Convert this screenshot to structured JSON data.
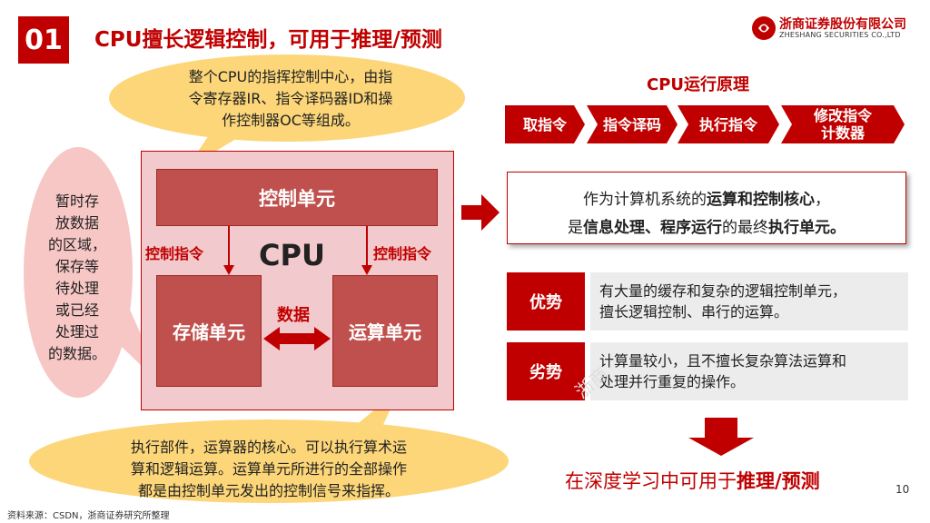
{
  "header": {
    "section_number": "01",
    "title": "CPU擅长逻辑控制，可用于推理/预测"
  },
  "logo": {
    "name_cn": "浙商证券股份有限公司",
    "name_en": "ZHESHANG SECURITIES CO.,LTD"
  },
  "bubbles": {
    "top": [
      "整个CPU的指挥控制中心，由指",
      "令寄存器IR、指令译码器ID和操",
      "作控制器OC等组成。"
    ],
    "left": [
      "暂时存",
      "放数据",
      "的区域，",
      "保存等",
      "待处理",
      "或已经",
      "处理过",
      "的数据。"
    ],
    "bottom": [
      "执行部件，运算器的核心。可以执行算术运",
      "算和逻辑运算。运算单元所进行的全部操作",
      "都是由控制单元发出的控制信号来指挥。"
    ]
  },
  "cpu_diagram": {
    "cpu_label": "CPU",
    "control_unit": "控制单元",
    "storage_unit": "存储单元",
    "alu_unit": "运算单元",
    "control_signal_left": "控制指令",
    "control_signal_right": "控制指令",
    "data_label": "数据"
  },
  "principle": {
    "title": "CPU运行原理",
    "steps": [
      "取指令",
      "指令译码",
      "执行指令",
      "修改指令计数器"
    ],
    "step4_lines": [
      "修改指令",
      "计数器"
    ]
  },
  "core": {
    "line1_pre": "作为计算机系统的",
    "line1_bold": "运算和控制核心",
    "line1_post": "，",
    "line2_pre": "是",
    "line2_bold1": "信息处理、程序运行",
    "line2_mid": "的最终",
    "line2_bold2": "执行单元。"
  },
  "advantage": {
    "label": "优势",
    "text": [
      "有大量的缓存和复杂的逻辑控制单元，",
      "擅长逻辑控制、串行的运算。"
    ]
  },
  "disadvantage": {
    "label": "劣势",
    "text": [
      "计算量较小，且不擅长复杂算法运算和",
      "处理并行重复的操作。"
    ]
  },
  "conclusion": {
    "pre": "在深度学习中可用于",
    "bold": "推理/预测"
  },
  "footer": {
    "source": "资料来源：CSDN，浙商证券研究所整理",
    "page_number": "10"
  },
  "watermark": "浙商",
  "colors": {
    "primary_red": "#c00000",
    "unit_red": "#c0504d",
    "cpu_bg": "#f2c9cc",
    "bubble_yellow": "#fcd678",
    "bubble_pink": "#f7c7c5",
    "desc_gray": "#ececec"
  }
}
